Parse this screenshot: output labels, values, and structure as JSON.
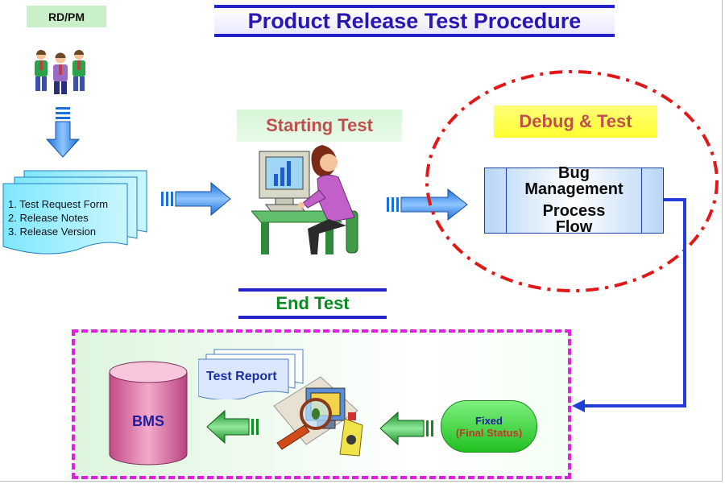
{
  "title": "Product Release Test Procedure",
  "actor": "RD/PM",
  "documents": [
    "1. Test Request Form",
    "2. Release Notes",
    "3. Release Version"
  ],
  "starting_test": "Starting Test",
  "debug_test": "Debug & Test",
  "bug_box": {
    "line1": "Bug",
    "line2": "Management",
    "line3": "Process",
    "line4": "Flow"
  },
  "end_test": "End Test",
  "test_report": "Test Report",
  "bms": "BMS",
  "fixed": {
    "line1": "Fixed",
    "line2": "(Final Status)"
  },
  "colors": {
    "title": "#2a16b0",
    "accent_red": "#c0504d",
    "end_green": "#0a8a22",
    "panel_border": "#e020e0",
    "connector": "#1f3fd8"
  }
}
